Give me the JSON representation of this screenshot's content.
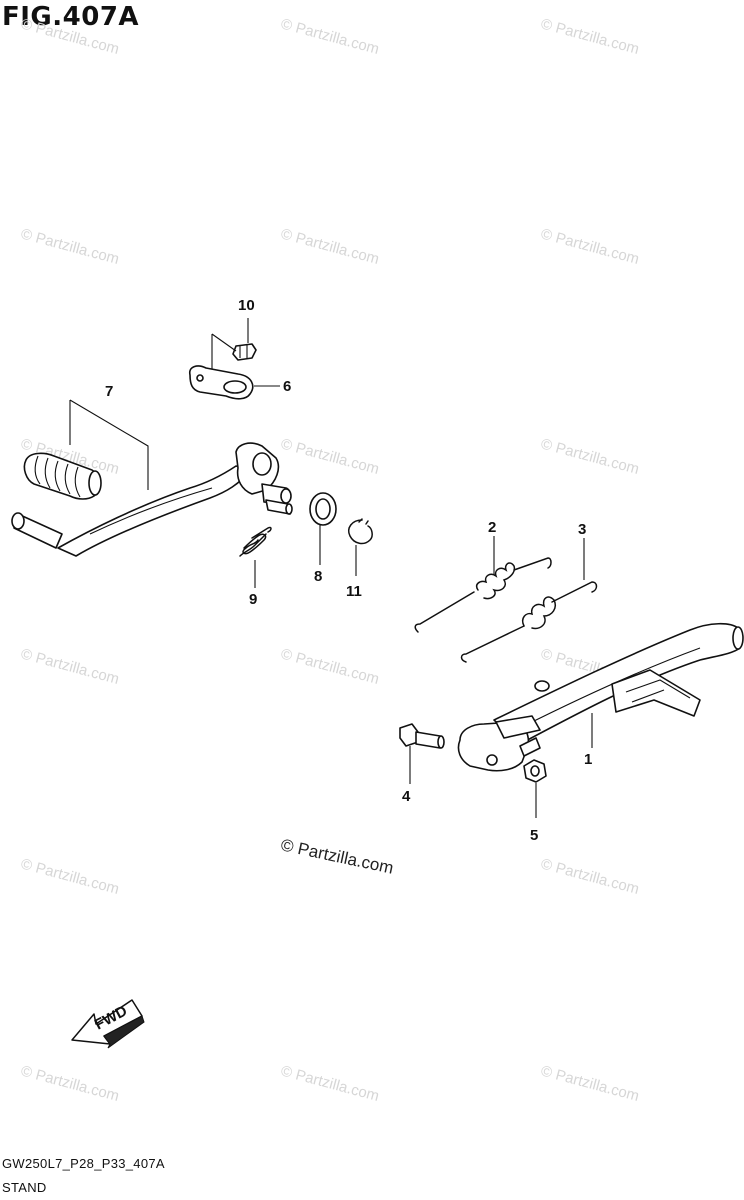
{
  "figure": {
    "title": "FIG.407A"
  },
  "footer": {
    "code": "GW250L7_P28_P33_407A",
    "name": "STAND"
  },
  "copyright": "© Partzilla.com",
  "watermark": "© Partzilla.com",
  "direction_label": "FWD",
  "callouts": {
    "c1": "1",
    "c2": "2",
    "c3": "3",
    "c4": "4",
    "c5": "5",
    "c6": "6",
    "c7": "7",
    "c8": "8",
    "c9": "9",
    "c10": "10",
    "c11": "11"
  }
}
